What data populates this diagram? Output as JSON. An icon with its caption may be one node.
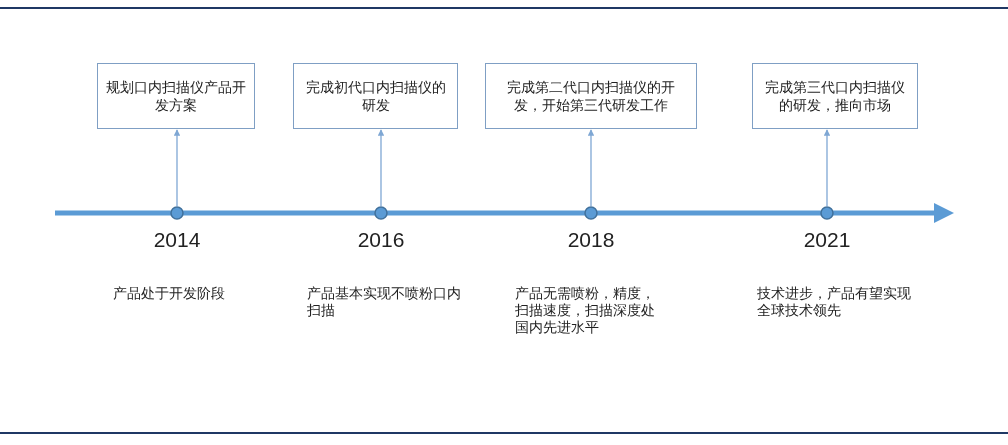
{
  "diagram": {
    "nodes": [
      {
        "text": [
          "规划口内扫描仪产品开发方案"
        ]
      },
      {
        "text": [
          "完成初代口内扫描仪的研发"
        ]
      },
      {
        "text": [
          "完成第二代口内扫描仪的开发，开始第三代研发工作"
        ]
      },
      {
        "text": [
          "完成第三代口内扫描仪的研发，推向市场"
        ]
      },
      {
        "text": [],
        "shape": "circle",
        "beside": [
          "2014",
          "产品处于开发阶段"
        ]
      },
      {
        "text": [],
        "shape": "circle",
        "beside": [
          "2016",
          "产品基本实现不喷粉口内扫描"
        ]
      },
      {
        "text": [],
        "shape": "circle",
        "beside": [
          "2018",
          "产品无需喷粉，精度，扫描速度，扫描深度处国内先进水平"
        ]
      },
      {
        "text": [],
        "shape": "circle",
        "beside": [
          "2021",
          "技术进步，产品有望实现全球技术领先"
        ]
      }
    ],
    "edges": [
      {
        "from": 4,
        "to": 0,
        "arrow": "to"
      },
      {
        "from": 5,
        "to": 1,
        "arrow": "to"
      },
      {
        "from": 6,
        "to": 2,
        "arrow": "to"
      },
      {
        "from": 7,
        "to": 3,
        "arrow": "to"
      }
    ]
  }
}
